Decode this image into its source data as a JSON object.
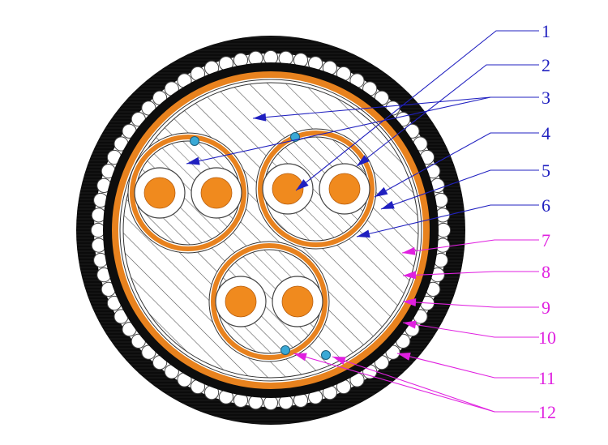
{
  "labels": [
    {
      "text": "1",
      "color": "#2020c0"
    },
    {
      "text": "2",
      "color": "#2020c0"
    },
    {
      "text": "3",
      "color": "#2020c0"
    },
    {
      "text": "4",
      "color": "#2020c0"
    },
    {
      "text": "5",
      "color": "#2020c0"
    },
    {
      "text": "6",
      "color": "#2020c0"
    },
    {
      "text": "7",
      "color": "#e020e0"
    },
    {
      "text": "8",
      "color": "#e020e0"
    },
    {
      "text": "9",
      "color": "#e020e0"
    },
    {
      "text": "10",
      "color": "#e020e0"
    },
    {
      "text": "11",
      "color": "#e020e0"
    },
    {
      "text": "12",
      "color": "#e020e0"
    }
  ],
  "colors": {
    "outer_sheath": "#0d0d0d",
    "armour_wire": "#ffffff",
    "copper_tape": "#e8821e",
    "conductor": "#f08a1e",
    "insulation": "#ffffff",
    "drain_wire": "#3aa9d6",
    "filler_hatch": "#555555",
    "leader_blue": "#2020c0",
    "leader_magenta": "#e020e0"
  }
}
